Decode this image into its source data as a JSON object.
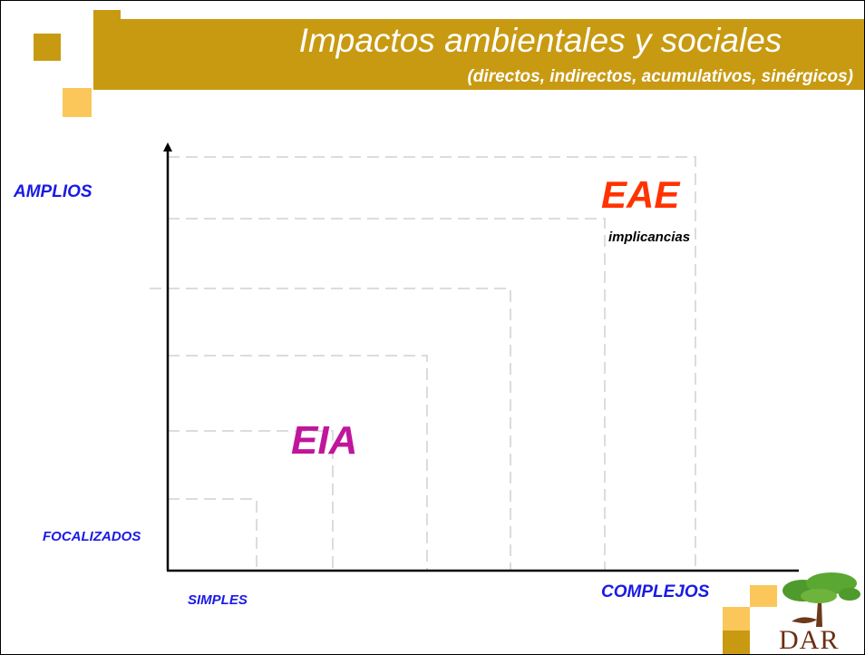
{
  "slide": {
    "title": "Impactos ambientales y sociales",
    "subtitle": "(directos, indirectos, acumulativos, sinérgicos)"
  },
  "diagram": {
    "y_axis": {
      "top_label": "AMPLIOS",
      "bottom_label": "FOCALIZADOS"
    },
    "x_axis": {
      "left_label": "SIMPLES",
      "right_label": "COMPLEJOS"
    },
    "eia_label": "EIA",
    "eae_label": "EAE",
    "eae_sublabel": "implicancias"
  },
  "logo": {
    "text": "DAR"
  },
  "colors": {
    "gold": "#c89a12",
    "light_gold": "#fbc75a",
    "label_blue": "#1a1ae6",
    "eia_magenta": "#c0169b",
    "eae_red": "#ff3300",
    "logo_brown": "#6b2e12"
  }
}
